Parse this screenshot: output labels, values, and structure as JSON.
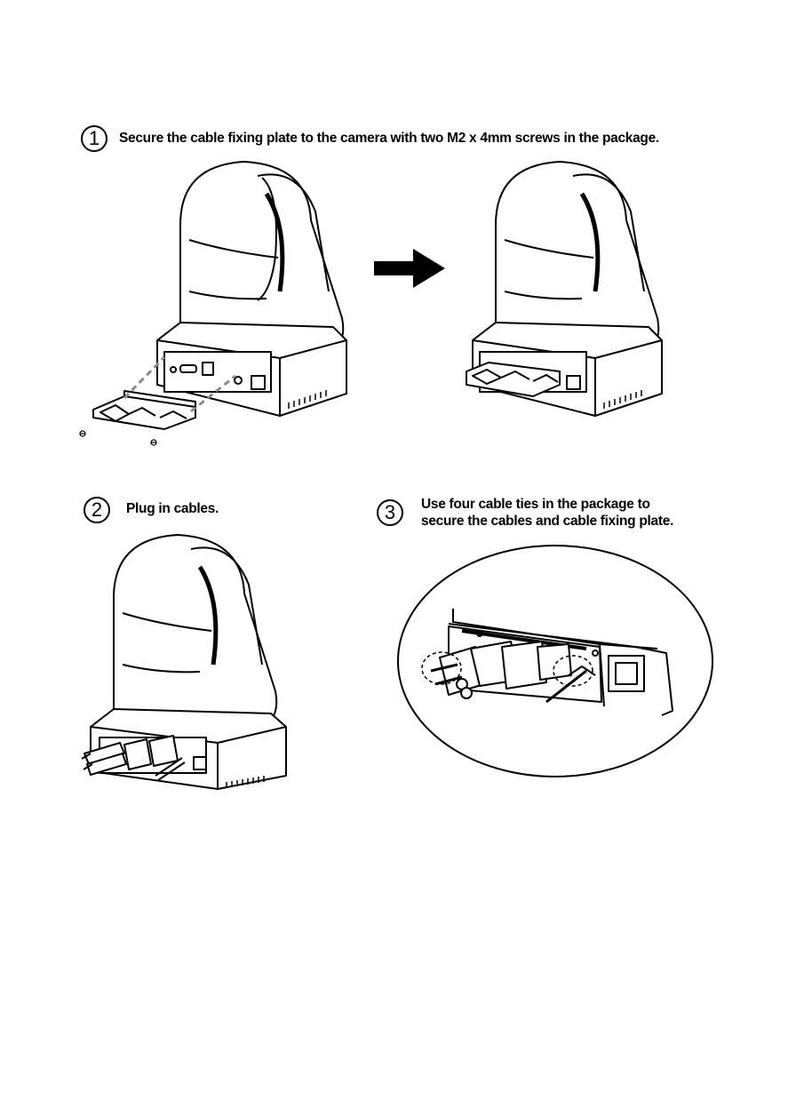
{
  "steps": [
    {
      "number": "1",
      "text": "Secure the cable fixing plate to the camera with two M2 x 4mm screws in the package."
    },
    {
      "number": "2",
      "text": "Plug in cables."
    },
    {
      "number": "3",
      "text_line1": "Use four cable ties in the package to",
      "text_line2": "secure the cables and cable fixing plate."
    }
  ],
  "colors": {
    "ink": "#000000",
    "paper": "#ffffff",
    "shade": "#e6e6e6",
    "dash": "#8a8a8a"
  }
}
